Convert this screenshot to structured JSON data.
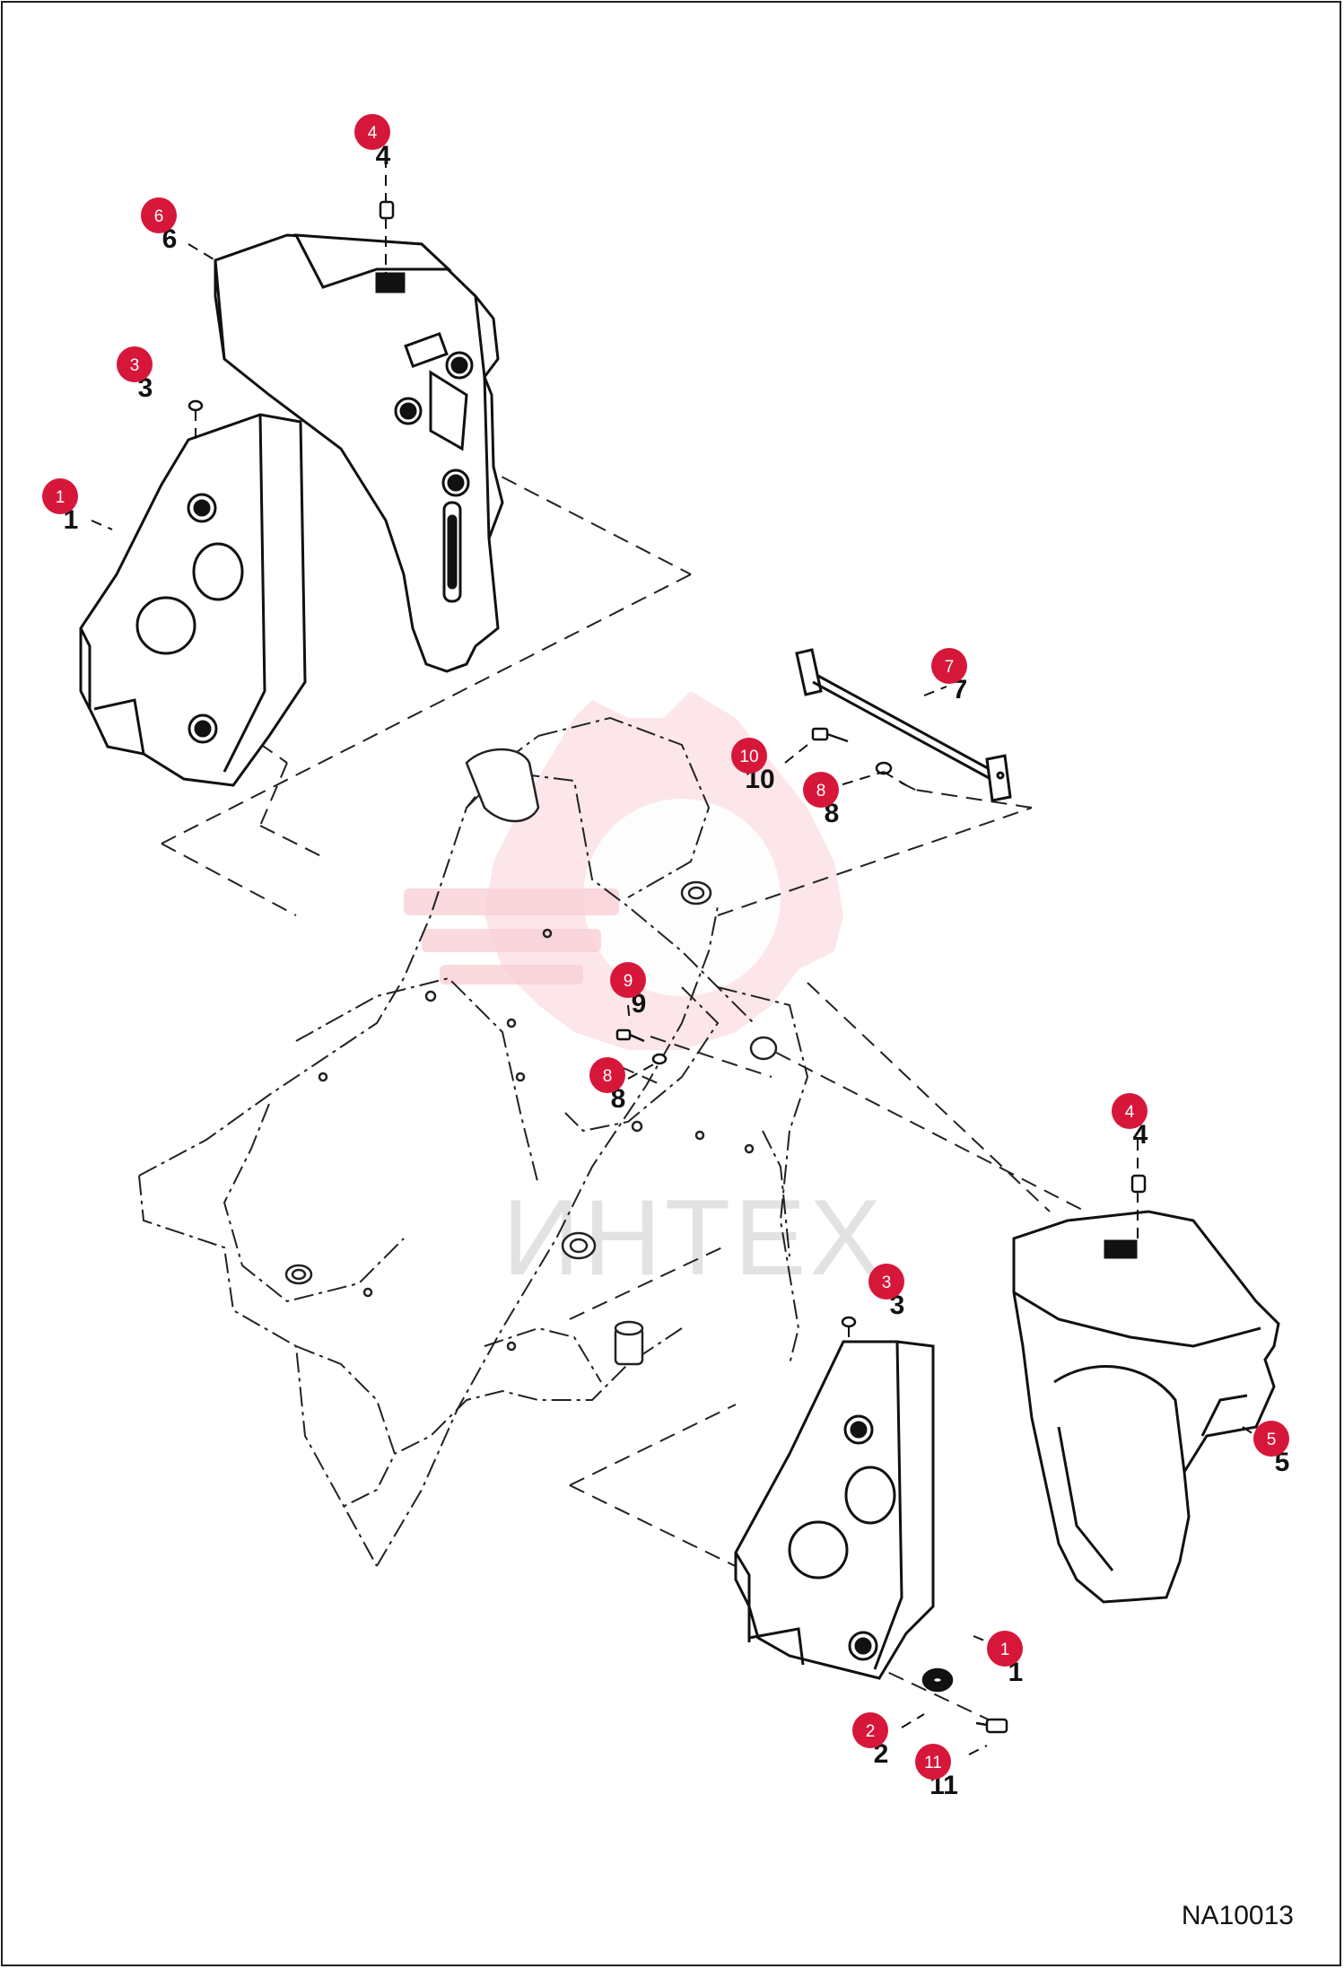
{
  "figure_id": "NA10013",
  "watermark_text": "ИНТЕХ",
  "accent_color": "#d6173a",
  "watermark_color": "#f8c8cf",
  "callouts": [
    {
      "label": "1",
      "part": "left-plate"
    },
    {
      "label": "1",
      "part": "right-plate"
    },
    {
      "label": "2",
      "part": "washer"
    },
    {
      "label": "3",
      "part": "left-plug"
    },
    {
      "label": "3",
      "part": "right-plug"
    },
    {
      "label": "4",
      "part": "top-bolt-left"
    },
    {
      "label": "4",
      "part": "top-bolt-right"
    },
    {
      "label": "5",
      "part": "right-cover"
    },
    {
      "label": "6",
      "part": "left-cover"
    },
    {
      "label": "7",
      "part": "rod"
    },
    {
      "label": "8",
      "part": "rod-washer"
    },
    {
      "label": "8",
      "part": "center-washer"
    },
    {
      "label": "9",
      "part": "center-bolt"
    },
    {
      "label": "10",
      "part": "rod-bolt"
    },
    {
      "label": "11",
      "part": "bottom-bolt"
    }
  ]
}
